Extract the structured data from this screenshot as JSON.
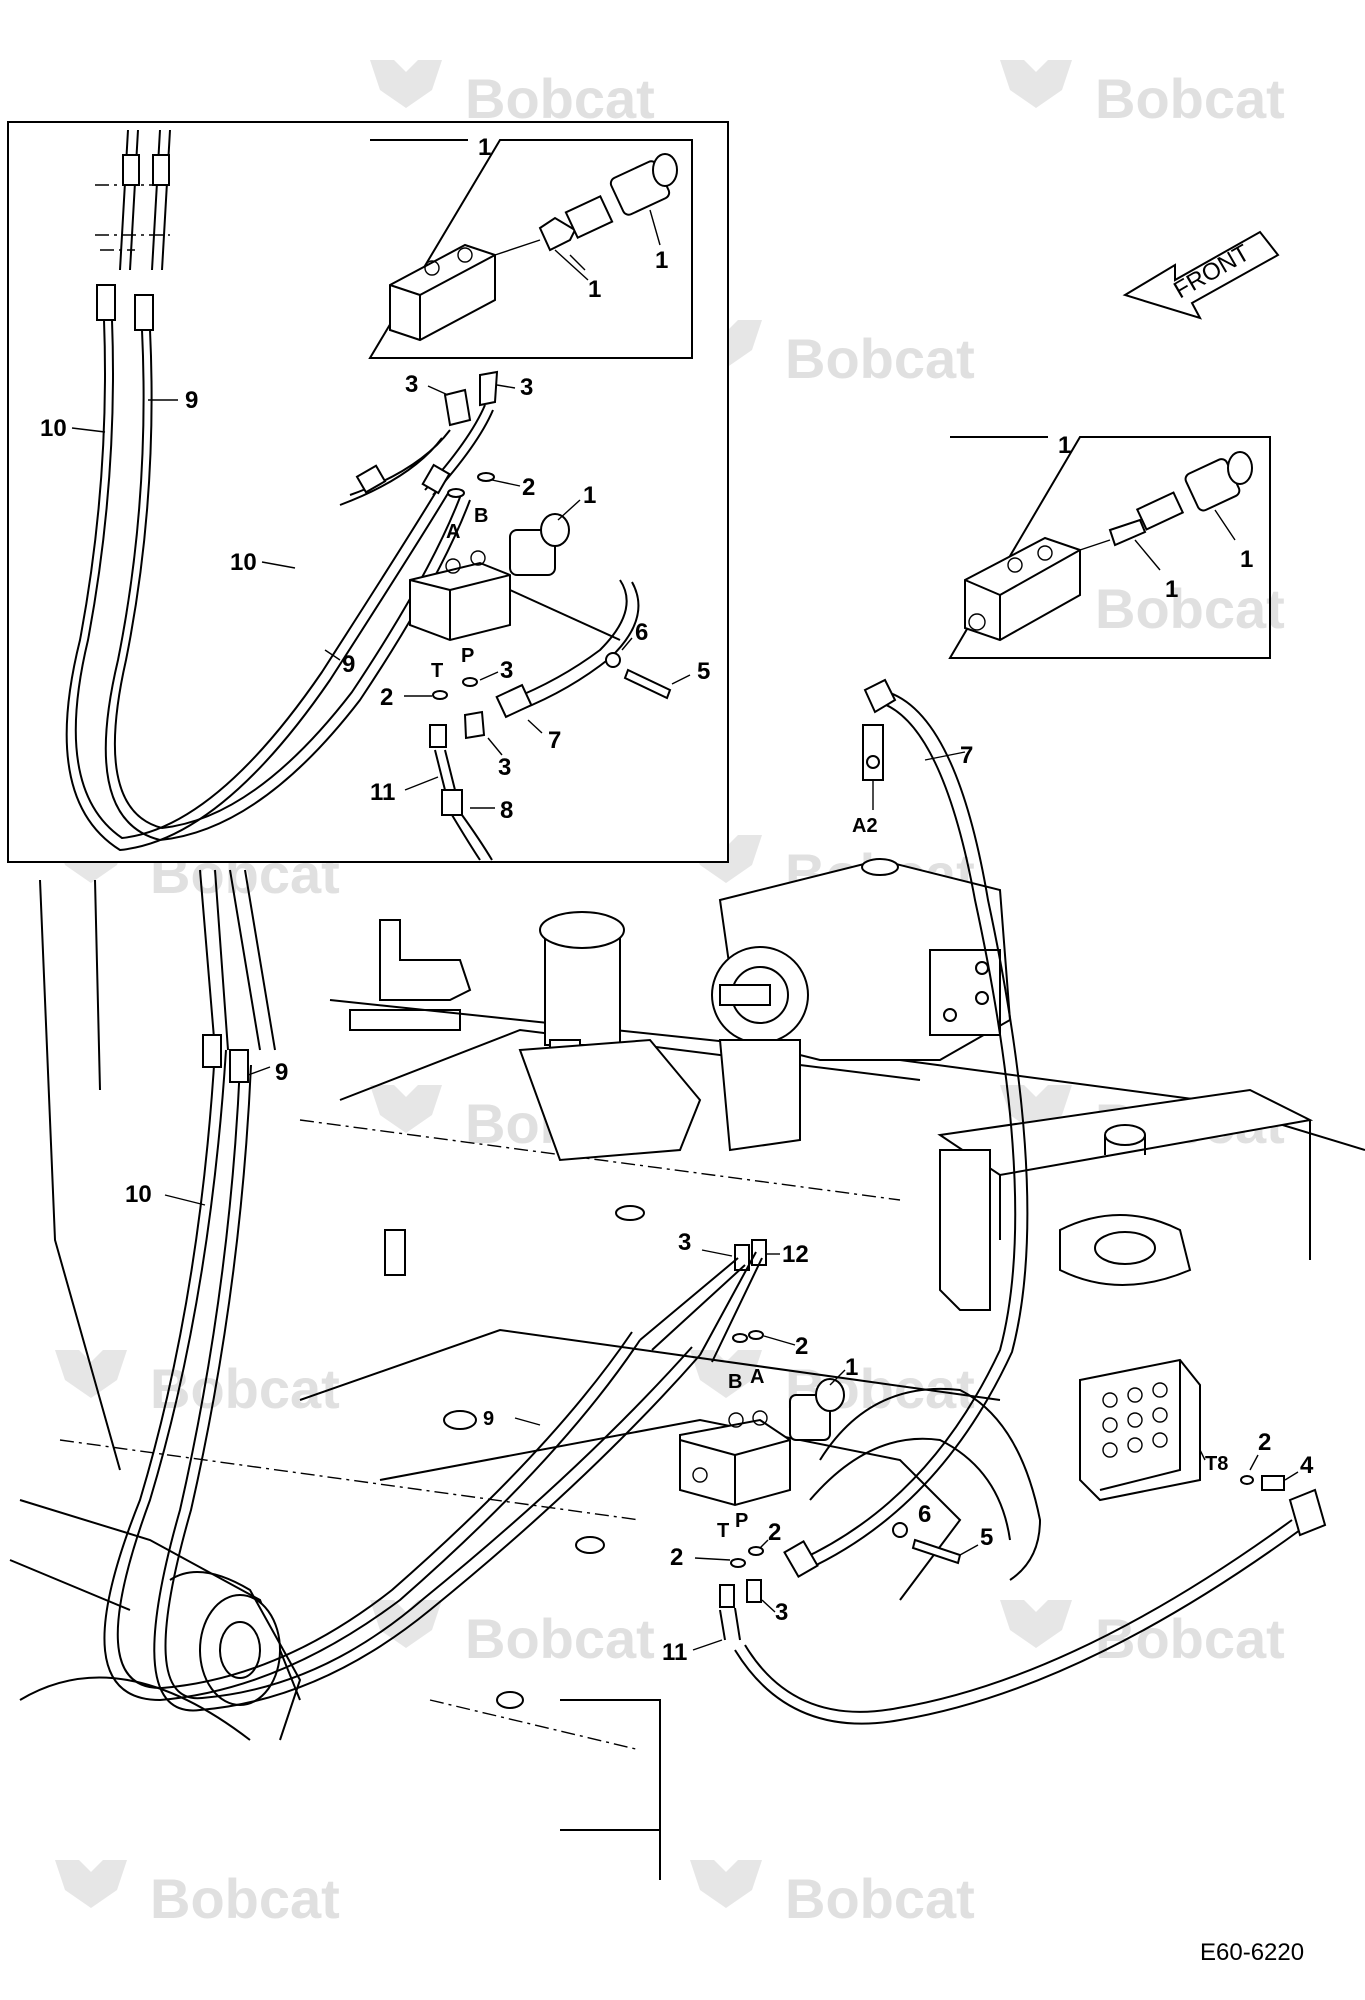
{
  "watermark": {
    "brand": "Bobcat"
  },
  "front_arrow": {
    "label": "FRONT"
  },
  "drawing_code": "E60-6220",
  "inset_detail": {
    "title": "1",
    "callouts": [
      "1",
      "1",
      "1"
    ]
  },
  "right_detail": {
    "title": "1",
    "callouts": [
      "1",
      "1",
      "1"
    ]
  },
  "left_inset": {
    "callouts": [
      "10",
      "9",
      "3",
      "3",
      "2",
      "1",
      "A",
      "B",
      "10",
      "9",
      "6",
      "5",
      "T",
      "P",
      "3",
      "2",
      "7",
      "3",
      "11",
      "8"
    ]
  },
  "main_view": {
    "callouts": [
      "7",
      "A2",
      "9",
      "10",
      "3",
      "12",
      "2",
      "1",
      "B",
      "A",
      "9",
      "2",
      "4",
      "T8",
      "6",
      "5",
      "T",
      "P",
      "2",
      "2",
      "3",
      "11"
    ]
  },
  "colors": {
    "line": "#000000",
    "watermark": "#e0e0e0",
    "background": "#ffffff"
  }
}
